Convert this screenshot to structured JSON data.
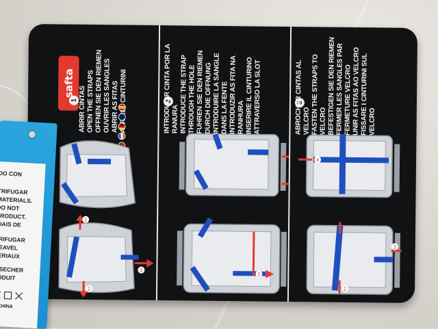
{
  "brand": {
    "logo_text": "safta"
  },
  "steps": [
    {
      "number": "1",
      "lines": [
        "ABRIR CINTAS",
        "OPEN THE STRAPS",
        "OFFNEN SIE DEN RIEMEN",
        "OUVRIR LES SANGLES",
        "ABRIR AS FITAS",
        "APRIRE I CINTURINI"
      ]
    },
    {
      "number": "2",
      "lines": [
        "INTRODUCIR CINTA POR LA",
        "RANURA",
        "INTRODUCE THE STRAP",
        "THROUGH THE HOLE",
        "FUHREN SIE DEN RIEMEN",
        "DURCH DIE OFFNUNG",
        "INTRODUIRE LA SANGLE",
        "DANS LA FENTE",
        "INTRODUZIR AS FITA NA",
        "RANHURA",
        "INSERIRE IL CINTURINO",
        "ATTRAVERSO LA SLOT"
      ]
    },
    {
      "number": "3",
      "lines": [
        "ABROCHAR CINTAS AL",
        "VELCRO",
        "FASTEN THE STRAPS TO",
        "VELCRO",
        "BEFESTIGEN SIE DEN RIEMEN",
        "FERMER LES SANGLES PAR",
        "FERMETURE VELCRO",
        "UNIR AS FITAS AO VELCRO",
        "FISSARE I CINTURINI SUL",
        "VELCRO"
      ]
    }
  ],
  "arrow_labels": [
    "1",
    "2",
    "3",
    "1",
    "2",
    "1",
    "4",
    "2",
    "3"
  ],
  "flag_colors": [
    "#c8102e",
    "#012169",
    "#222222",
    "#0055a4",
    "#006600",
    "#009246"
  ],
  "tag": {
    "lines": [
      "DO CON",
      "TRIFUGAR",
      "MATERIALS.",
      "DO NOT",
      "PRODUCT.",
      "RIAIS DE",
      "TRIFUGAR",
      "HEAVEL",
      "TERIAUX",
      "A SECHER",
      "RODUIT",
      "IN CHINA"
    ],
    "accent": "#2aa5de"
  }
}
